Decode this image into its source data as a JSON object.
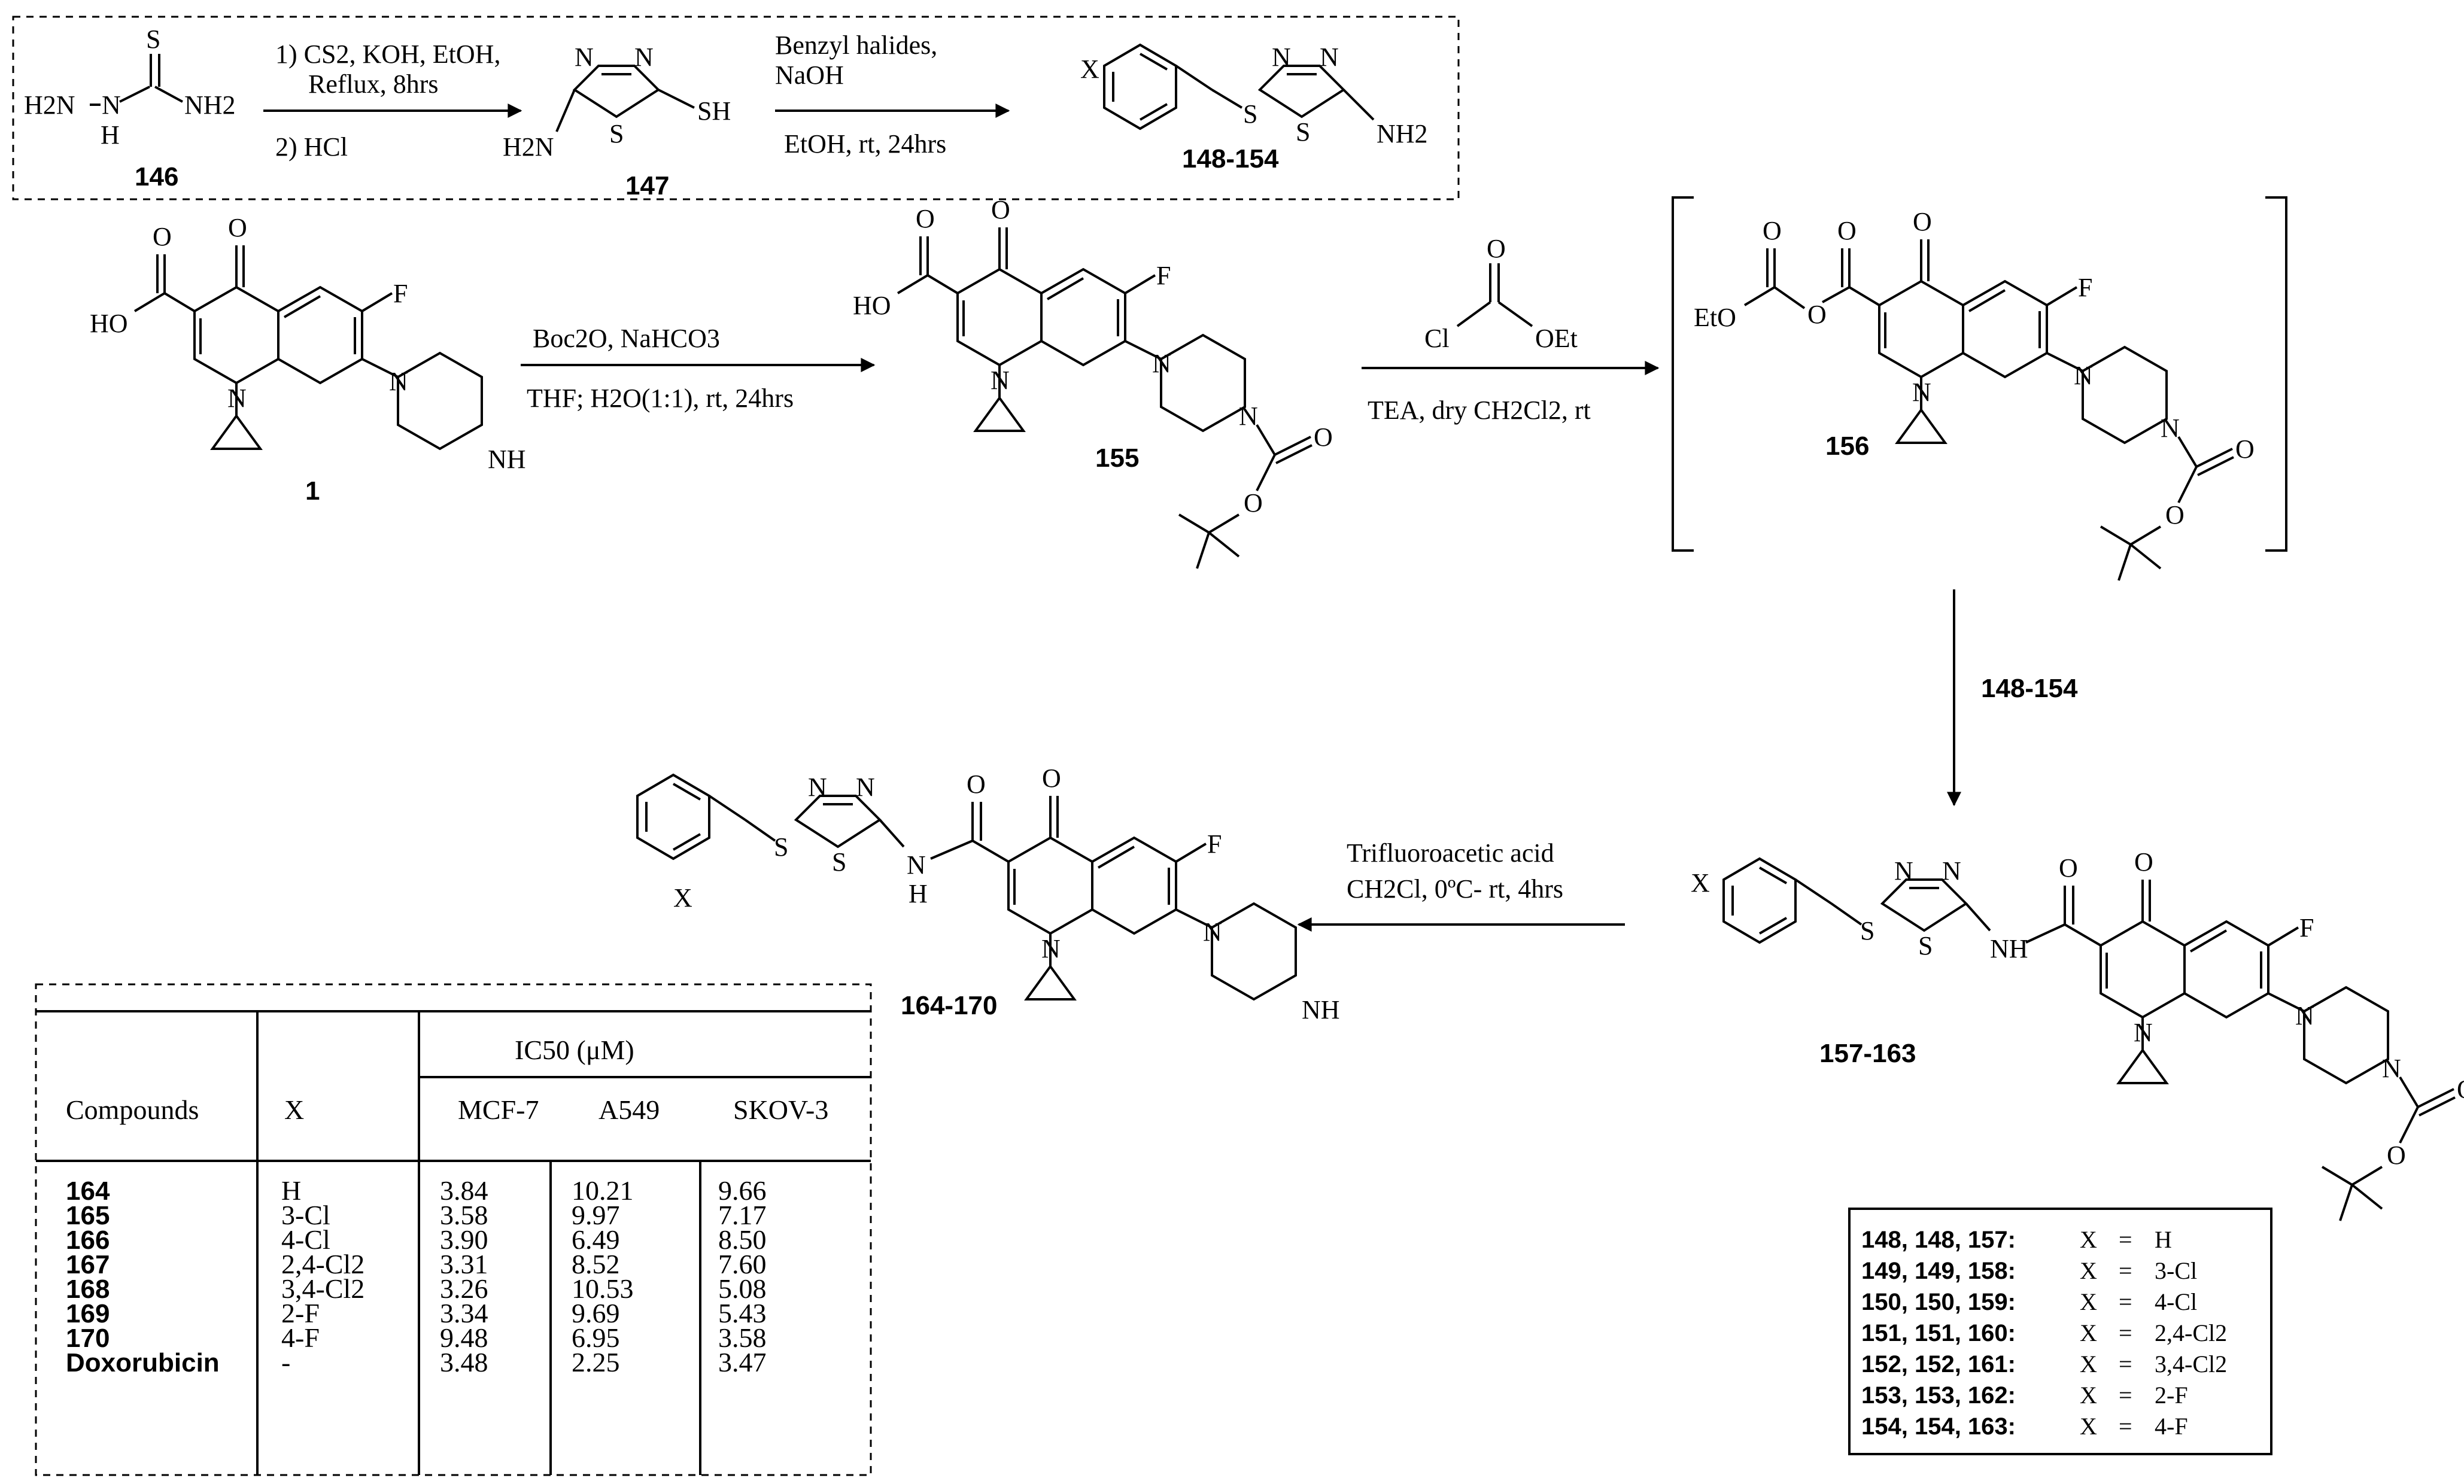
{
  "atoms": {
    "s": "S",
    "n": "N",
    "nh": "NH",
    "nh2": "NH2",
    "h2n": "H2N",
    "sh": "SH",
    "h": "H",
    "o": "O",
    "f": "F",
    "x": "X",
    "ho": "HO",
    "eto": "EtO",
    "oet": "OEt",
    "cl": "Cl"
  },
  "compounds": {
    "c146": "146",
    "c147": "147",
    "c148_154": "148-154",
    "c1": "1",
    "c155": "155",
    "c156": "156",
    "c157_163": "157-163",
    "c164_170": "164-170",
    "reagent_148_154": "148-154"
  },
  "conditions": {
    "step1_a": "1) CS2, KOH, EtOH,",
    "step1_b": "Reflux, 8hrs",
    "step1_c": "2) HCl",
    "step2_a": "Benzyl halides,",
    "step2_b": "NaOH",
    "step2_c": "EtOH, rt, 24hrs",
    "step3_a": "Boc2O, NaHCO3",
    "step3_b": "THF; H2O(1:1), rt, 24hrs",
    "step4_b": "TEA, dry CH2Cl2, rt",
    "step5_a": "Trifluoroacetic acid",
    "step5_b": "CH2Cl, 0ºC- rt, 4hrs"
  },
  "table": {
    "col_compounds": "Compounds",
    "col_x": "X",
    "ic50": "IC50 (μM)",
    "col_mcf7": "MCF-7",
    "col_a549": "A549",
    "col_skov3": "SKOV-3",
    "compounds": [
      "164",
      "165",
      "166",
      "167",
      "168",
      "169",
      "170",
      "Doxorubicin"
    ],
    "x_values": [
      "H",
      "3-Cl",
      "4-Cl",
      "2,4-Cl2",
      "3,4-Cl2",
      "2-F",
      "4-F",
      "-"
    ],
    "mcf7": [
      "3.84",
      "3.58",
      "3.90",
      "3.31",
      "3.26",
      "3.34",
      "9.48",
      "3.48"
    ],
    "a549": [
      "10.21",
      "9.97",
      "6.49",
      "8.52",
      "10.53",
      "9.69",
      "6.95",
      "2.25"
    ],
    "skov3": [
      "9.66",
      "7.17",
      "8.50",
      "7.60",
      "5.08",
      "5.43",
      "3.58",
      "3.47"
    ]
  },
  "legend": {
    "rows": [
      {
        "ids": "148, 148, 157:",
        "x": "X",
        "eq": "=",
        "val": "H"
      },
      {
        "ids": "149, 149, 158:",
        "x": "X",
        "eq": "=",
        "val": "3-Cl"
      },
      {
        "ids": "150, 150, 159:",
        "x": "X",
        "eq": "=",
        "val": "4-Cl"
      },
      {
        "ids": "151, 151, 160:",
        "x": "X",
        "eq": "=",
        "val": "2,4-Cl2"
      },
      {
        "ids": "152, 152, 161:",
        "x": "X",
        "eq": "=",
        "val": "3,4-Cl2"
      },
      {
        "ids": "153, 153, 162:",
        "x": "X",
        "eq": "=",
        "val": "2-F"
      },
      {
        "ids": "154, 154, 163:",
        "x": "X",
        "eq": "=",
        "val": "4-F"
      }
    ]
  }
}
